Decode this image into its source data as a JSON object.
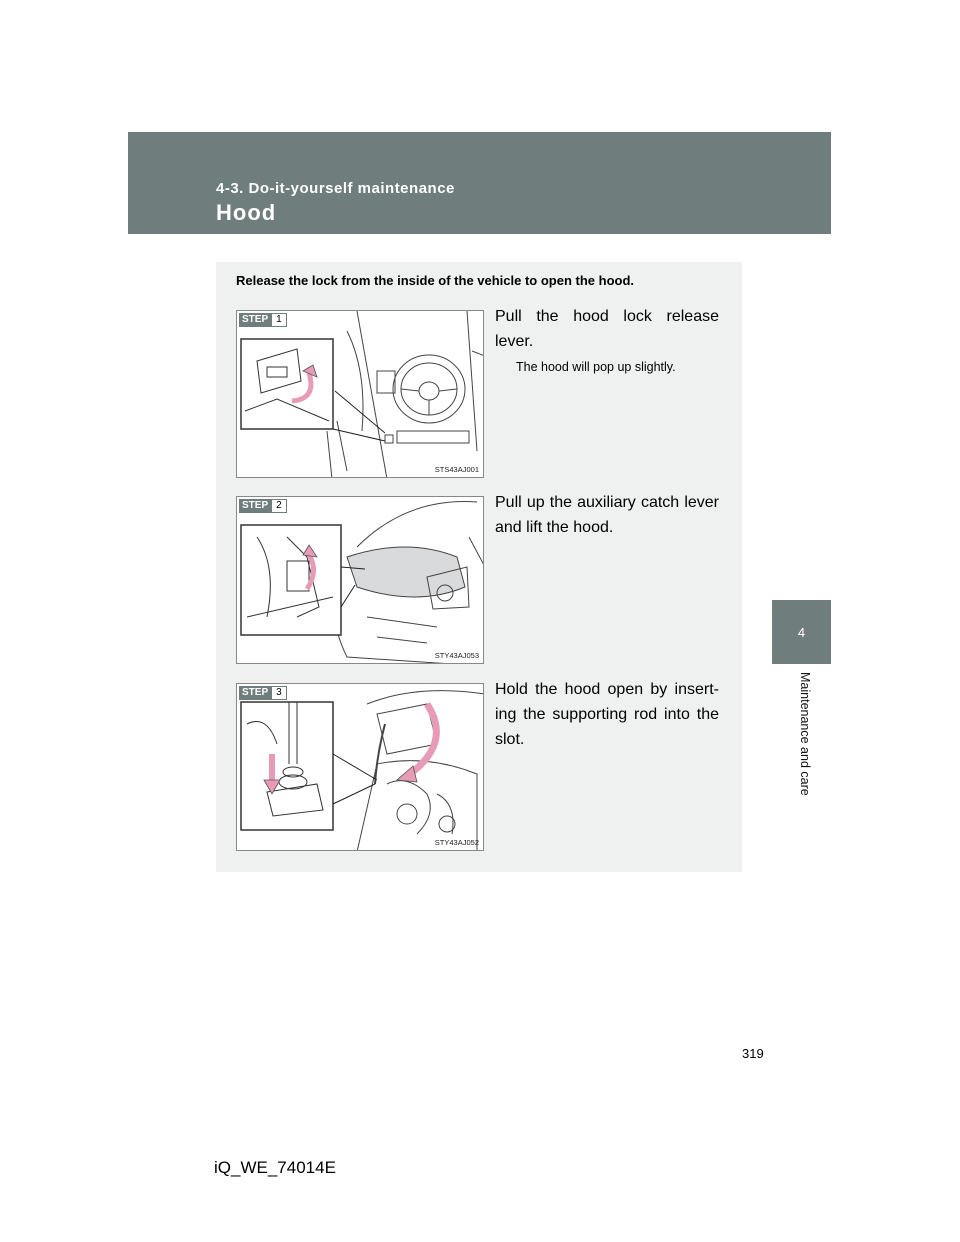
{
  "header": {
    "section": "4-3. Do-it-yourself maintenance",
    "title": "Hood"
  },
  "side_tab": {
    "number": "4",
    "label": "Maintenance and care"
  },
  "intro": "Release the lock from the inside of the vehicle to open the hood.",
  "steps": [
    {
      "badge_word": "STEP",
      "badge_number": "1",
      "text": "Pull the hood lock release lever.",
      "note": "The hood will pop up slightly.",
      "figure_code": "STS43AJ001"
    },
    {
      "badge_word": "STEP",
      "badge_number": "2",
      "text": "Pull up the auxiliary catch lever and lift the hood.",
      "figure_code": "STY43AJ053"
    },
    {
      "badge_word": "STEP",
      "badge_number": "3",
      "text": "Hold the hood open by insert-ing the supporting rod into the slot.",
      "figure_code": "STY43AJ052"
    }
  ],
  "footer": {
    "page_number": "319",
    "manual_code": "iQ_WE_74014E"
  },
  "colors": {
    "accent_gray": "#6f7d7c",
    "panel": "#eff0f0",
    "arrow_pink": "#e79bb6"
  }
}
